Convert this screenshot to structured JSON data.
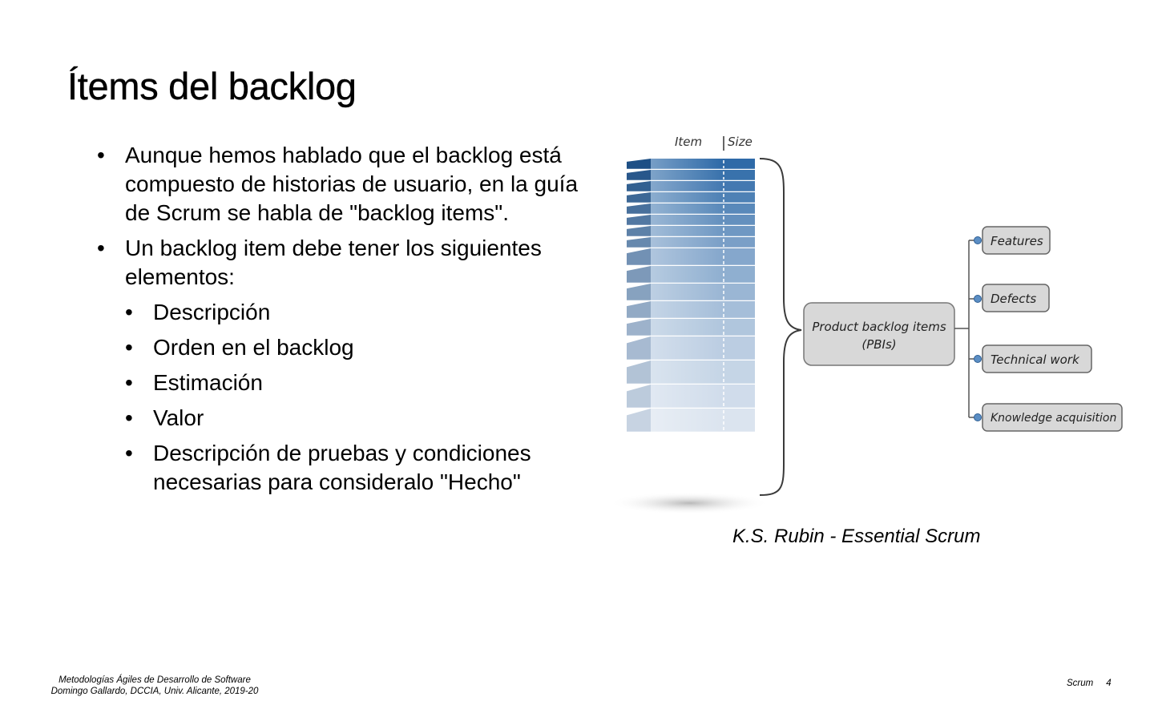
{
  "title": "Ítems del backlog",
  "bullet_char": "•",
  "bullets": [
    "Aunque hemos hablado que el backlog está compuesto de historias de usuario, en la guía de Scrum se habla de \"backlog items\".",
    "Un backlog item debe tener los siguientes elementos:"
  ],
  "sub_bullets": [
    "Descripción",
    "Orden en el backlog",
    "Estimación",
    "Valor",
    "Descripción de pruebas y condiciones necesarias para consideralo \"Hecho\""
  ],
  "figure": {
    "col_item": "Item",
    "col_size": "Size",
    "center_line1": "Product backlog items",
    "center_line2": "(PBIs)",
    "branches": [
      "Features",
      "Defects",
      "Technical work",
      "Knowledge acquisition"
    ]
  },
  "caption": "K.S. Rubin - Essential Scrum",
  "footer": {
    "line1": "Metodologías Ágiles de Desarrollo de Software",
    "line2": "Domingo Gallardo, DCCIA, Univ. Alicante, 2019-20",
    "section": "Scrum",
    "page": "4"
  },
  "colors": {
    "stack_dark": "#2e6aa8",
    "stack_light": "#dbe4ef",
    "box_fill": "#d8d8d8",
    "dot": "#5b8ec4"
  }
}
